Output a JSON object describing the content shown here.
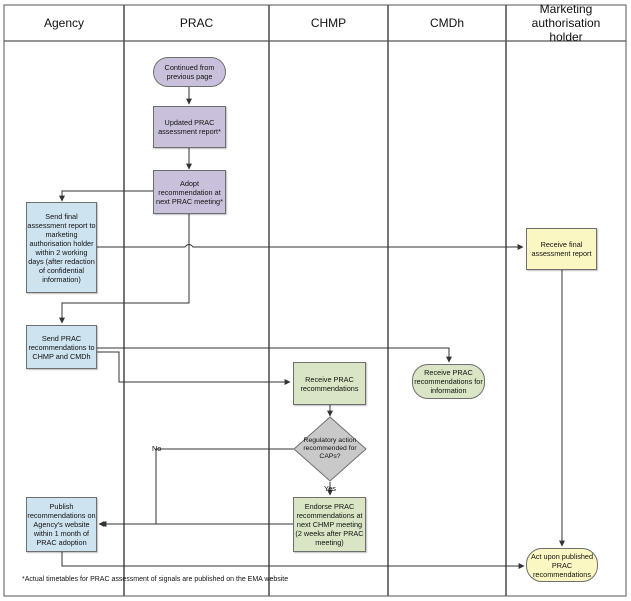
{
  "lanes": [
    "Agency",
    "PRAC",
    "CHMP",
    "CMDh",
    "Marketing authorisation holder"
  ],
  "nodes": {
    "continued": "Continued from previous page",
    "updated_report": "Updated PRAC assessment report*",
    "adopt": "Adopt recommendation at next PRAC meeting*",
    "send_final": "Send final assessment report to marketing authorisation holder within 2 working days (after redaction of confidential information)",
    "receive_final": "Receive final assessment report",
    "send_prac": "Send PRAC recommendations to CHMP and CMDh",
    "receive_info": "Receive PRAC recommendations for information",
    "chmp_receive": "Receive PRAC recommendations",
    "decision": "Regulatory action recommended for CAPs?",
    "endorse": "Endorse PRAC recommendations at next CHMP meeting (2 weeks after PRAC meeting)",
    "publish": "Publish recommendations on Agency's website within 1 month of PRAC adoption",
    "act_upon": "Act upon published PRAC recommendations"
  },
  "labels": {
    "no": "No",
    "yes": "Yes"
  },
  "footnote": "*Actual timetables for PRAC assessment of signals are published on the EMA website",
  "colors": {
    "purple": "#c9c1dc",
    "blue": "#cde3ef",
    "green": "#d9e5c4",
    "yellow": "#fbf7c2",
    "decision": "#c9c9c9",
    "line": "#333333"
  }
}
